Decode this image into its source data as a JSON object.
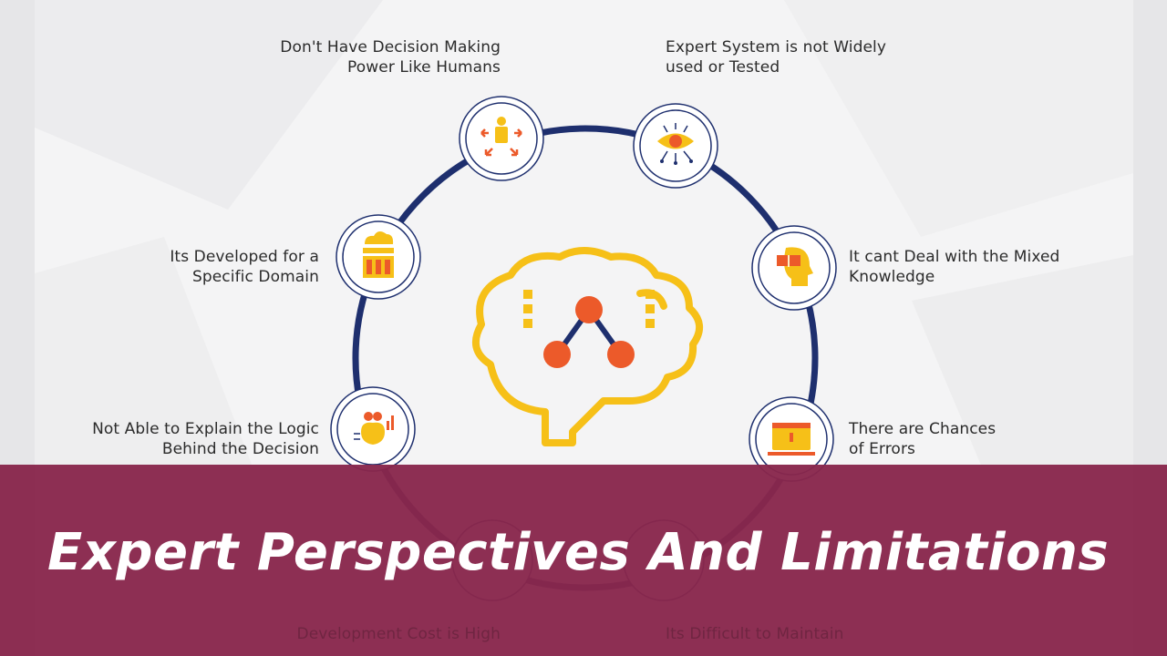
{
  "title": "Expert Perspectives And Limitations",
  "colors": {
    "ring": "#1e2f6e",
    "accent_yellow": "#f6c018",
    "accent_orange": "#ec5a2a",
    "banner": "#88264c"
  },
  "nodes": [
    {
      "name": "decision-power",
      "icon": "person-arrows-icon",
      "lines": [
        "Don't Have Decision Making",
        "Power Like Humans"
      ]
    },
    {
      "name": "not-widely-used",
      "icon": "eye-circuit-icon",
      "lines": [
        "Expert System is not Widely",
        "used or Tested"
      ]
    },
    {
      "name": "specific-domain",
      "icon": "cloud-building-icon",
      "lines": [
        "Its Developed for a",
        "Specific Domain"
      ]
    },
    {
      "name": "mixed-knowledge",
      "icon": "head-book-icon",
      "lines": [
        "It cant Deal with the Mixed",
        "Knowledge"
      ]
    },
    {
      "name": "explain-logic",
      "icon": "brain-chart-icon",
      "lines": [
        "Not Able to Explain the Logic",
        "Behind the Decision"
      ]
    },
    {
      "name": "chances-errors",
      "icon": "laptop-warning-icon",
      "lines": [
        "There are Chances",
        "of Errors"
      ]
    },
    {
      "name": "development-cost",
      "icon": "coins-icon",
      "lines": [
        "Development Cost is High"
      ]
    },
    {
      "name": "difficult-maintain",
      "icon": "wrench-icon",
      "lines": [
        "Its Difficult to Maintain"
      ]
    }
  ],
  "center_icon": "brain-network-icon"
}
